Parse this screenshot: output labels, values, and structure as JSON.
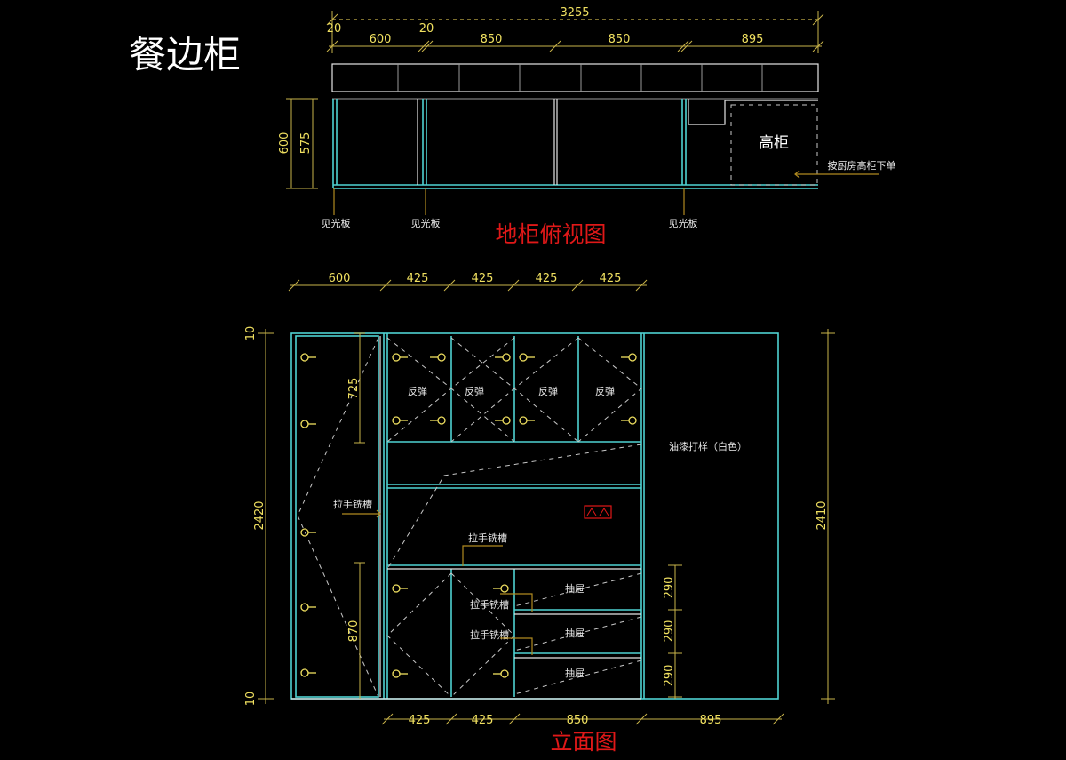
{
  "title": "餐边柜",
  "plan": {
    "title": "地柜俯视图",
    "dim_total": "3255",
    "dims_top": [
      "20",
      "600",
      "20",
      "850",
      "850",
      "895"
    ],
    "dims_left": [
      "600",
      "575"
    ],
    "tall_cabinet": "高柜",
    "tall_note": "按厨房高柜下单",
    "visible_panel_labels": [
      "见光板",
      "见光板",
      "见光板"
    ]
  },
  "elevation": {
    "title": "立面图",
    "dims_top": [
      "600",
      "425",
      "425",
      "425",
      "425"
    ],
    "dims_bottom": [
      "425",
      "425",
      "850",
      "895"
    ],
    "dim_left_total": "2420",
    "dim_left_ends": [
      "10",
      "10"
    ],
    "dim_right_total": "2410",
    "dim_upper_door": "725",
    "dim_lower_door": "870",
    "dims_drawers": [
      "290",
      "290",
      "290"
    ],
    "push_open_labels": [
      "反弹",
      "反弹",
      "反弹",
      "反弹"
    ],
    "paint_note": "油漆打样（白色）",
    "handle_groove_labels": [
      "拉手铣槽",
      "拉手铣槽",
      "拉手铣槽",
      "拉手铣槽"
    ],
    "drawer_labels": [
      "抽屉",
      "抽屉",
      "抽屉"
    ]
  },
  "colors": {
    "background": "#000000",
    "cabinet_line": "#4fd2d2",
    "dimension": "#f0e060",
    "title_red": "#e01818"
  }
}
